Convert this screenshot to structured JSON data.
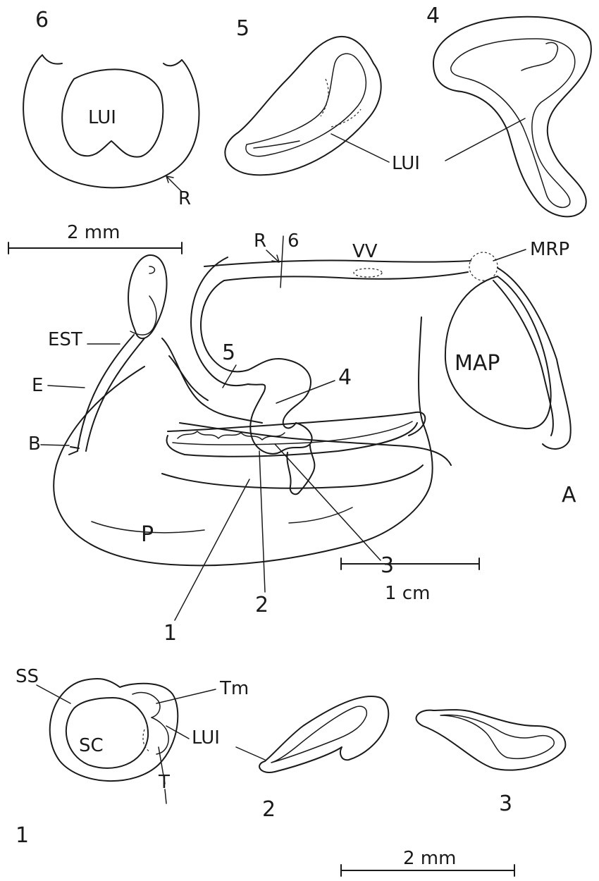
{
  "labels": {
    "sec6_number": "6",
    "sec5_number": "5",
    "sec4_number": "4",
    "lui_top": "LUI",
    "lui_mid": "LUI",
    "lui_bottom": "LUI",
    "r_top": "R",
    "r_main": "R",
    "scale_top": "2 mm",
    "scale_main": "1 cm",
    "scale_bottom": "2 mm",
    "line6": "6",
    "vv": "VV",
    "mrp": "MRP",
    "est": "EST",
    "e": "E",
    "b": "B",
    "map": "MAP",
    "a": "A",
    "p": "P",
    "line1": "1",
    "line2": "2",
    "line3": "3",
    "line4": "4",
    "line5": "5",
    "ss": "SS",
    "sc": "SC",
    "tm": "Tm",
    "t": "T",
    "sec1_number": "1",
    "sec2_number": "2",
    "sec3_number": "3"
  }
}
